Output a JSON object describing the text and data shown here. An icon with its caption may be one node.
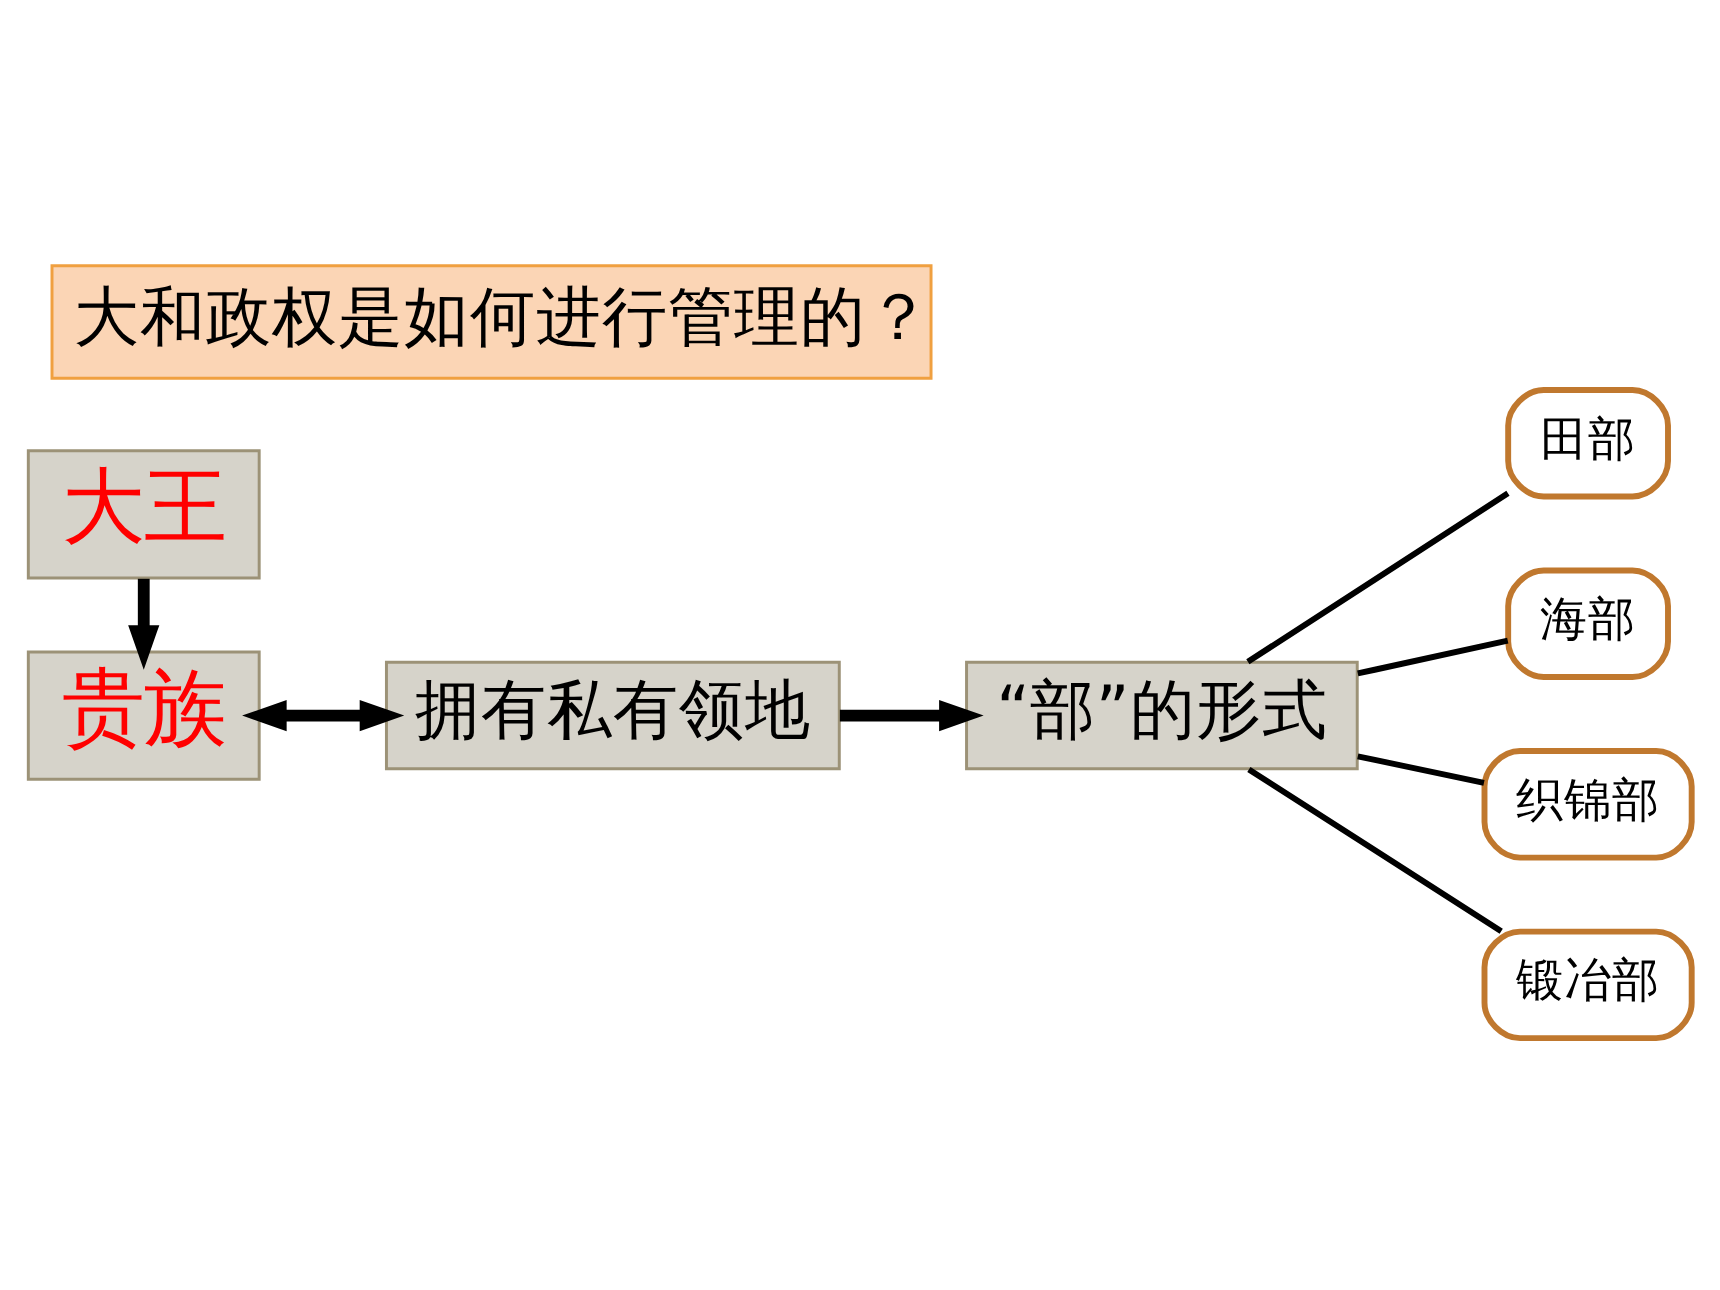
{
  "diagram": {
    "title": "大和政权是如何进行管理的？",
    "nodes": [
      {
        "text": [
          "大王"
        ]
      },
      {
        "text": [
          "贵族"
        ]
      },
      {
        "text": [
          "拥有私有领地"
        ]
      },
      {
        "text": [
          "“部”的形式"
        ]
      },
      {
        "text": [
          "田部"
        ]
      },
      {
        "text": [
          "海部"
        ]
      },
      {
        "text": [
          "织锦部"
        ]
      },
      {
        "text": [
          "锻冶部"
        ]
      }
    ],
    "edges": [
      {
        "from": 0,
        "to": 1,
        "arrow": "to",
        "style": "thick"
      },
      {
        "from": 1,
        "to": 2,
        "arrow": "both",
        "style": "thick"
      },
      {
        "from": 2,
        "to": 3,
        "arrow": "to",
        "style": "thick"
      },
      {
        "from": 3,
        "to": 4,
        "arrow": "none"
      },
      {
        "from": 3,
        "to": 5,
        "arrow": "none"
      },
      {
        "from": 3,
        "to": 6,
        "arrow": "none"
      },
      {
        "from": 3,
        "to": 7,
        "arrow": "none"
      }
    ]
  }
}
